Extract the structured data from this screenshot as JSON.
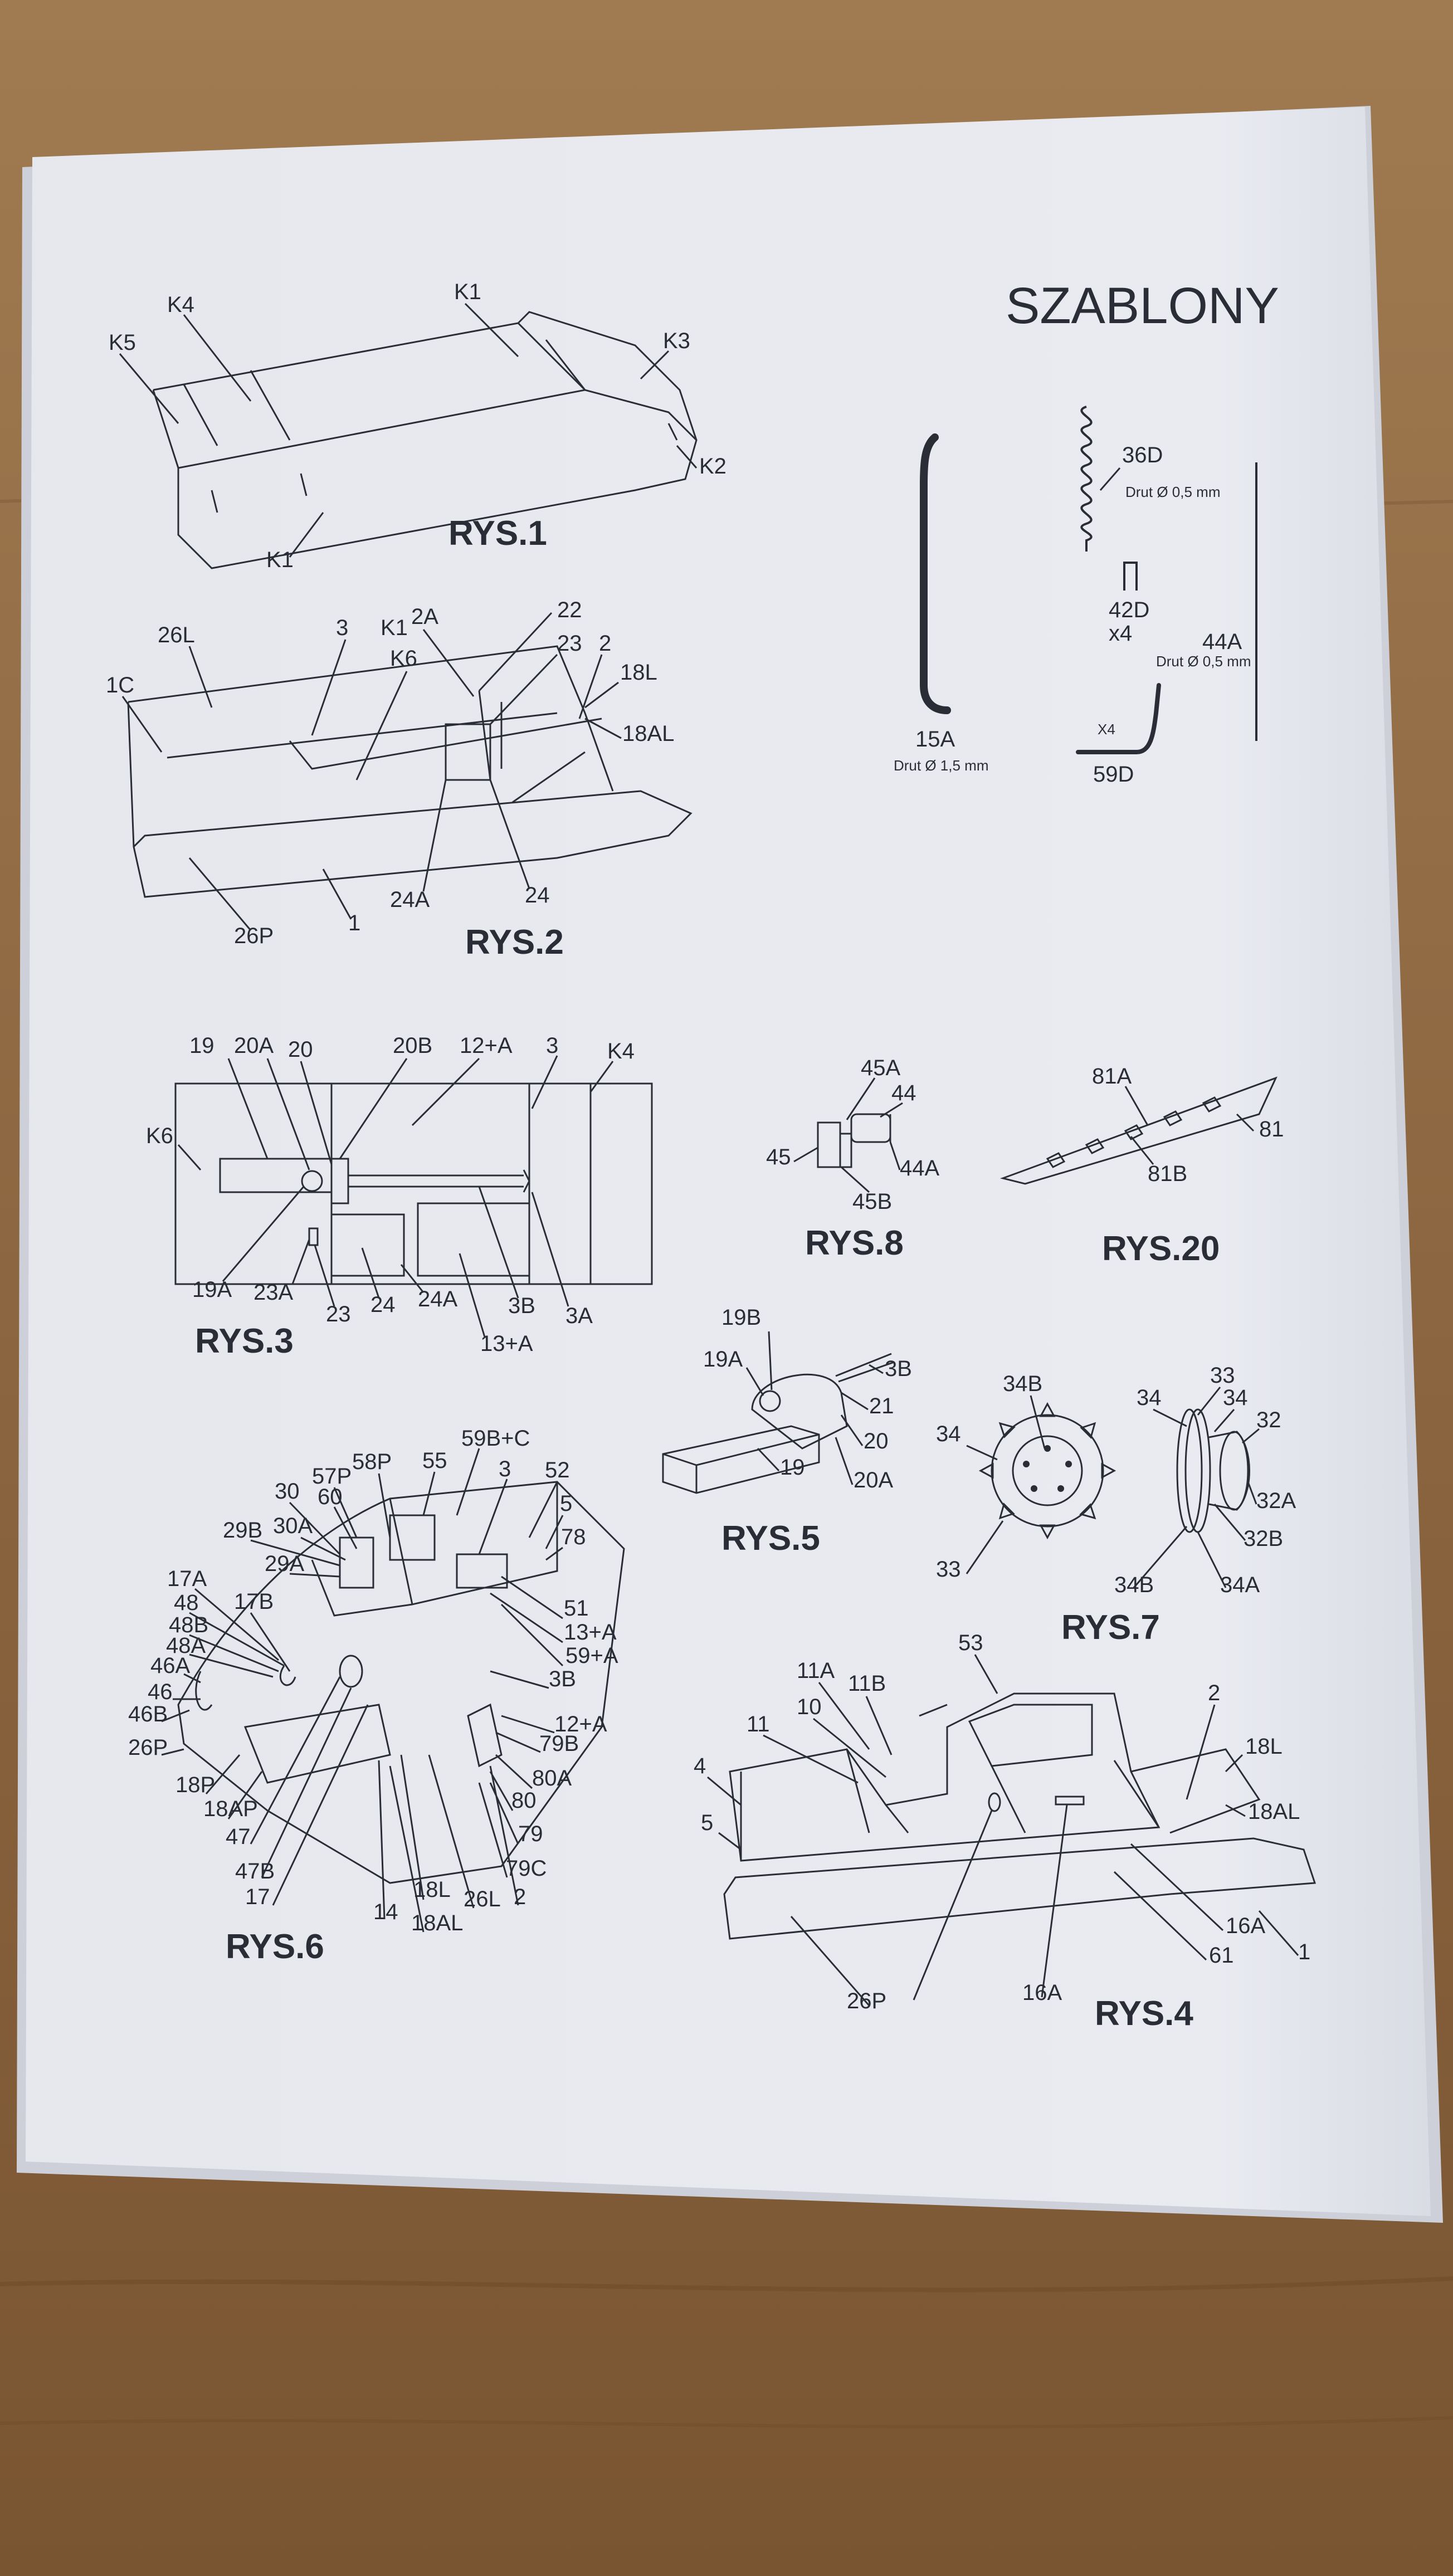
{
  "heading": "SZABLONY",
  "figures": {
    "rys1": {
      "title": "RYS.1",
      "labels": [
        "K1",
        "K4",
        "K5",
        "K3",
        "K2",
        "K1"
      ]
    },
    "rys2": {
      "title": "RYS.2",
      "labels": [
        "26L",
        "3",
        "K1",
        "2A",
        "22",
        "K6",
        "23",
        "2",
        "1C",
        "18L",
        "18AL",
        "24A",
        "24",
        "26P",
        "1"
      ]
    },
    "rys3": {
      "title": "RYS.3",
      "labels": [
        "19",
        "20A",
        "20",
        "20B",
        "12+A",
        "3",
        "K4",
        "K6",
        "19A",
        "23A",
        "23",
        "24",
        "24A",
        "3B",
        "3A",
        "13+A"
      ]
    },
    "rys4": {
      "title": "RYS.4",
      "labels": [
        "53",
        "11A",
        "11B",
        "2",
        "10",
        "11",
        "18L",
        "4",
        "18AL",
        "5",
        "16A",
        "61",
        "1",
        "26P",
        "16A"
      ]
    },
    "rys5": {
      "title": "RYS.5",
      "labels": [
        "19B",
        "19A",
        "3B",
        "21",
        "20",
        "19",
        "20A"
      ]
    },
    "rys6": {
      "title": "RYS.6",
      "labels": [
        "59B+C",
        "58P",
        "55",
        "3",
        "52",
        "57P",
        "30",
        "60",
        "5",
        "29B",
        "30A",
        "78",
        "29A",
        "17A",
        "48",
        "17B",
        "51",
        "48B",
        "13+A",
        "48A",
        "59+A",
        "46A",
        "3B",
        "46",
        "12+A",
        "46B",
        "79B",
        "26P",
        "80A",
        "18P",
        "18AP",
        "47",
        "80",
        "47B",
        "79",
        "17",
        "79C",
        "14",
        "18L",
        "26L",
        "2",
        "18AL"
      ]
    },
    "rys7": {
      "title": "RYS.7",
      "labels": [
        "34B",
        "33",
        "34",
        "34",
        "32",
        "34",
        "32A",
        "32B",
        "33",
        "34B",
        "34A"
      ]
    },
    "rys8": {
      "title": "RYS.8",
      "labels": [
        "45A",
        "44",
        "45",
        "44A",
        "45B"
      ]
    },
    "rys20": {
      "title": "RYS.20",
      "labels": [
        "81A",
        "81",
        "81B"
      ]
    }
  },
  "templates": {
    "t15a": {
      "label": "15A",
      "note": "Drut Ø 1,5 mm"
    },
    "t36d": {
      "label": "36D",
      "note": "Drut Ø 0,5 mm"
    },
    "t42d": {
      "label": "42D",
      "count": "x4"
    },
    "t44a": {
      "label": "44A",
      "note": "Drut Ø 0,5 mm"
    },
    "t59d": {
      "label": "59D",
      "count": "X4"
    }
  }
}
